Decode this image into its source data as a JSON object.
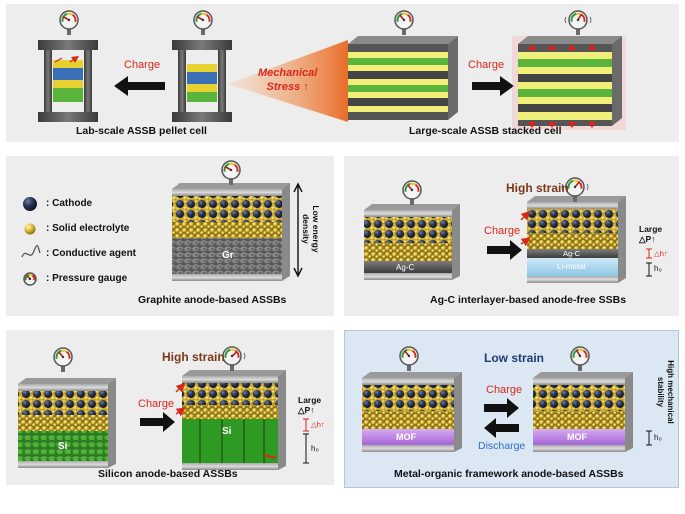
{
  "top": {
    "charge_left": "Charge",
    "mechanical_stress": "Mechanical\nStress ↑",
    "charge_right": "Charge",
    "caption_left": "Lab-scale ASSB pellet cell",
    "caption_right": "Large-scale ASSB stacked cell"
  },
  "legend": {
    "items": [
      {
        "label": ": Cathode",
        "icon": "cathode-sphere-icon"
      },
      {
        "label": ": Solid electrolyte",
        "icon": "electrolyte-sphere-icon"
      },
      {
        "label": ": Conductive agent",
        "icon": "conductive-agent-icon"
      },
      {
        "label": ": Pressure gauge",
        "icon": "pressure-gauge-icon"
      }
    ]
  },
  "graphite": {
    "anode_label": "Gr",
    "side_text": "Low energy\ndensity",
    "caption": "Graphite anode-based ASSBs"
  },
  "agc": {
    "title": "High strain",
    "charge": "Charge",
    "left_layer": "Ag-C",
    "right_layer": "Ag-C",
    "li_metal": "Li-metal",
    "large_dp": "Large\n△P↑",
    "dh": "△h↑",
    "h0": "h₀",
    "caption": "Ag-C interlayer-based anode-free SSBs"
  },
  "silicon": {
    "title": "High strain",
    "charge": "Charge",
    "left_anode": "Si",
    "right_anode": "Si",
    "large_dp": "Large\n△P↑",
    "dh": "△h↑",
    "h0": "h₀",
    "caption": "Silicon anode-based ASSBs"
  },
  "mof": {
    "title": "Low strain",
    "charge": "Charge",
    "discharge": "Discharge",
    "left_layer": "MOF",
    "right_layer": "MOF",
    "side_text": "High mechanical\nstability",
    "h0": "h₀",
    "caption": "Metal-organic framework anode-based ASSBs"
  },
  "colors": {
    "accent_red": "#d9271c",
    "navy": "#1f3b73",
    "mof_purple": "#b77be0",
    "si_green": "#3aa12a",
    "electrolyte_yellow": "#e6c64a",
    "cathode_navy": "#26324c"
  }
}
